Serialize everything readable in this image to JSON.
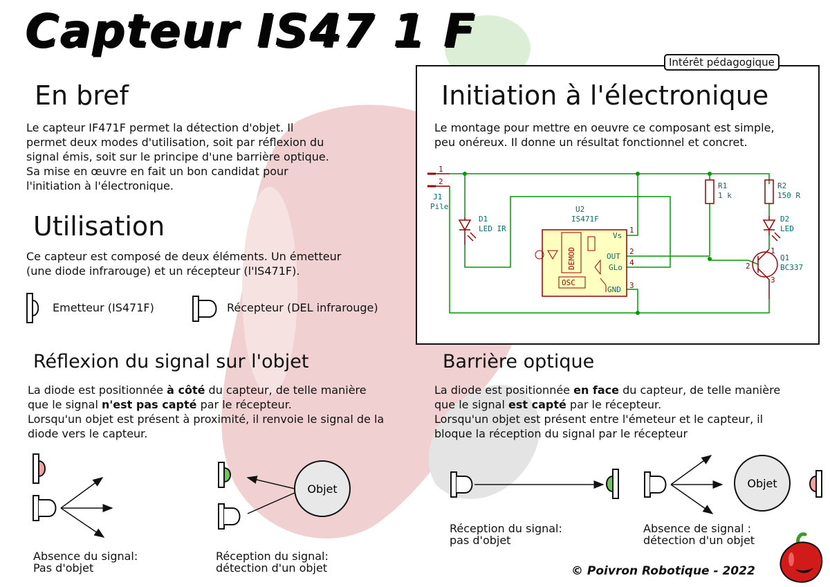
{
  "title": "Capteur IS47 1 F",
  "bref": {
    "heading": "En bref",
    "lines": [
      "Le capteur IF471F permet la détection d'objet. Il",
      "permet deux modes d'utilisation, soit par réflexion du",
      "signal émis, soit sur le principe d'une barrière optique.",
      "Sa mise en œuvre en fait un bon candidat pour",
      "l'initiation à l'électronique."
    ]
  },
  "utilisation": {
    "heading": "Utilisation",
    "lines": [
      "Ce capteur est composé de deux éléments. Un émetteur",
      "(une diode infrarouge) et un récepteur (l'IS471F)."
    ],
    "legend_emitter": "Emetteur (IS471F)",
    "legend_receiver": "Récepteur (DEL infrarouge)"
  },
  "pedago": {
    "tag": "Intérêt pédagogique",
    "heading": "Initiation à l'électronique",
    "lines": [
      "Le montage pour mettre en oeuvre ce composant est simple,",
      "peu onéreux. Il donne un résultat fonctionnel et concret."
    ]
  },
  "schematic": {
    "j1_ref": "J1",
    "j1_val": "Pile",
    "j1_pin1": "1",
    "j1_pin2": "2",
    "d1_ref": "D1",
    "d1_val": "LED IR",
    "u2_ref": "U2",
    "u2_val": "IS471F",
    "demod": "DEMOD",
    "osc": "OSC",
    "pin_vs": "Vs",
    "pin_out": "OUT",
    "pin_glo": "GLo",
    "pin_gnd": "GND",
    "pin1": "1",
    "pin2": "2",
    "pin4": "4",
    "pin3": "3",
    "r1_ref": "R1",
    "r1_val": "1 k",
    "r2_ref": "R2",
    "r2_val": "150 R",
    "d2_ref": "D2",
    "d2_val": "LED",
    "q1_ref": "Q1",
    "q1_val": "BC337",
    "q1_pin1": "1",
    "q1_pin2": "2",
    "q1_pin3": "3"
  },
  "reflexion": {
    "heading": "Réflexion du signal sur l'objet",
    "line1_pre": "La diode est positionnée ",
    "line1_bold": "à côté",
    "line1_post": " du capteur, de telle manière",
    "line2_pre": "que le signal ",
    "line2_bold": "n'est pas capté",
    "line2_post": " par le récepteur.",
    "line3": "Lorsqu'un objet est présent à proximité, il renvoie le signal de la",
    "line4": "diode vers le capteur.",
    "cap1_l1": "Absence du signal:",
    "cap1_l2": "Pas d'objet",
    "cap2_l1": "Réception du signal:",
    "cap2_l2": "détection d'un objet",
    "objet": "Objet"
  },
  "barriere": {
    "heading": "Barrière optique",
    "line1_pre": "La diode est positionnée ",
    "line1_bold": "en face",
    "line1_post": " du capteur, de telle manière",
    "line2_pre": "que le signal ",
    "line2_bold": "est capté",
    "line2_post": " par le récepteur.",
    "line3": "Lorsqu'un objet est présent entre l'émeteur et le capteur, il",
    "line4": "bloque la réception du signal par le récepteur",
    "cap1_l1": "Réception du signal:",
    "cap1_l2": "pas d'objet",
    "cap2_l1": "Absence de signal :",
    "cap2_l2": "détection d'un objet",
    "objet": "Objet"
  },
  "footer": "© Poivron Robotique - 2022",
  "colors": {
    "wire": "#009900",
    "part": "#990000",
    "text_teal": "#0a6b6b",
    "led_green": "#6fc45a",
    "led_red": "#f2a0a0",
    "pepper": "#d11a1a",
    "bg_pepper": "#f0c9c9",
    "bg_leaf": "#cfe8c8",
    "bg_grey": "#d8d8d8"
  }
}
